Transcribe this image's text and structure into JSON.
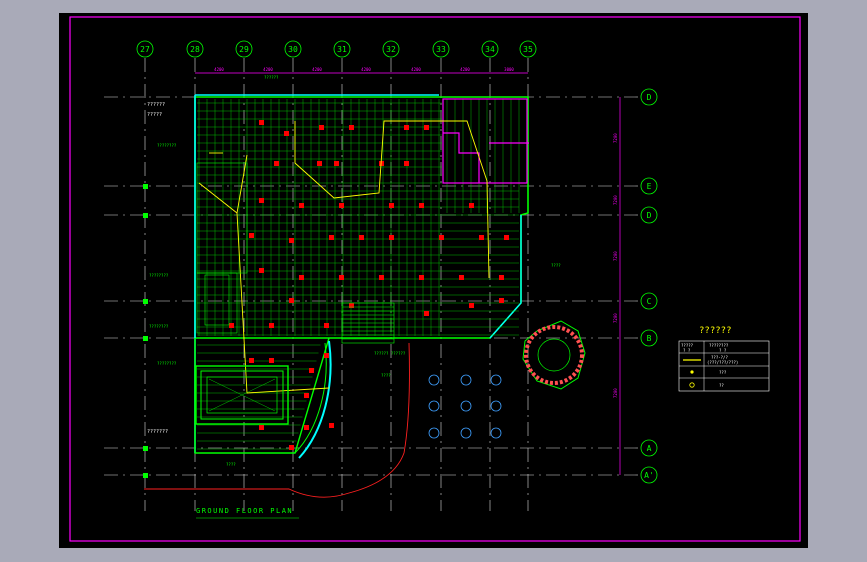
{
  "drawing": {
    "title": "GROUND FLOOR PLAN",
    "column_axes": [
      "27",
      "28",
      "29",
      "30",
      "31",
      "32",
      "33",
      "34",
      "35"
    ],
    "row_axes": [
      "D",
      "E",
      "D",
      "C",
      "B",
      "A",
      "A'"
    ],
    "dimensions": [
      "4200",
      "4200",
      "4200",
      "4200",
      "4200",
      "4200",
      "3000"
    ],
    "right_dimensions": [
      "7200",
      "7200",
      "7200",
      "7200",
      "7200"
    ],
    "notes": {
      "top_left_1": "??????",
      "top_left_2": "?????",
      "top_center": "??????",
      "left_1": "????????",
      "left_2": "????????",
      "left_3": "????????",
      "left_4": "????????",
      "stair_label": "?????? ??????",
      "ramp_label": "????",
      "arrow_label": "????",
      "bottom_label": "????",
      "bottom_left": "???????"
    }
  },
  "legend": {
    "title": "??????",
    "header": [
      "?????",
      "????????"
    ],
    "header_sub": [
      "?  ?",
      "?  ?"
    ],
    "rows": [
      {
        "symbol": "line",
        "text": "???-?/?",
        "sub": "(???/???/???)"
      },
      {
        "symbol": "dot",
        "text": "???"
      },
      {
        "symbol": "spot",
        "text": "??"
      }
    ]
  },
  "colors": {
    "sheet_bg": "#000000",
    "frame": "#ff00ff",
    "grid_lines": "#ffffff",
    "structure": "#00ff00",
    "walls_cyan": "#00ffff",
    "lights": "#ff0000",
    "wiring": "#ffff00",
    "magenta_room": "#ff00ff",
    "stair_round": "#ff5050"
  }
}
